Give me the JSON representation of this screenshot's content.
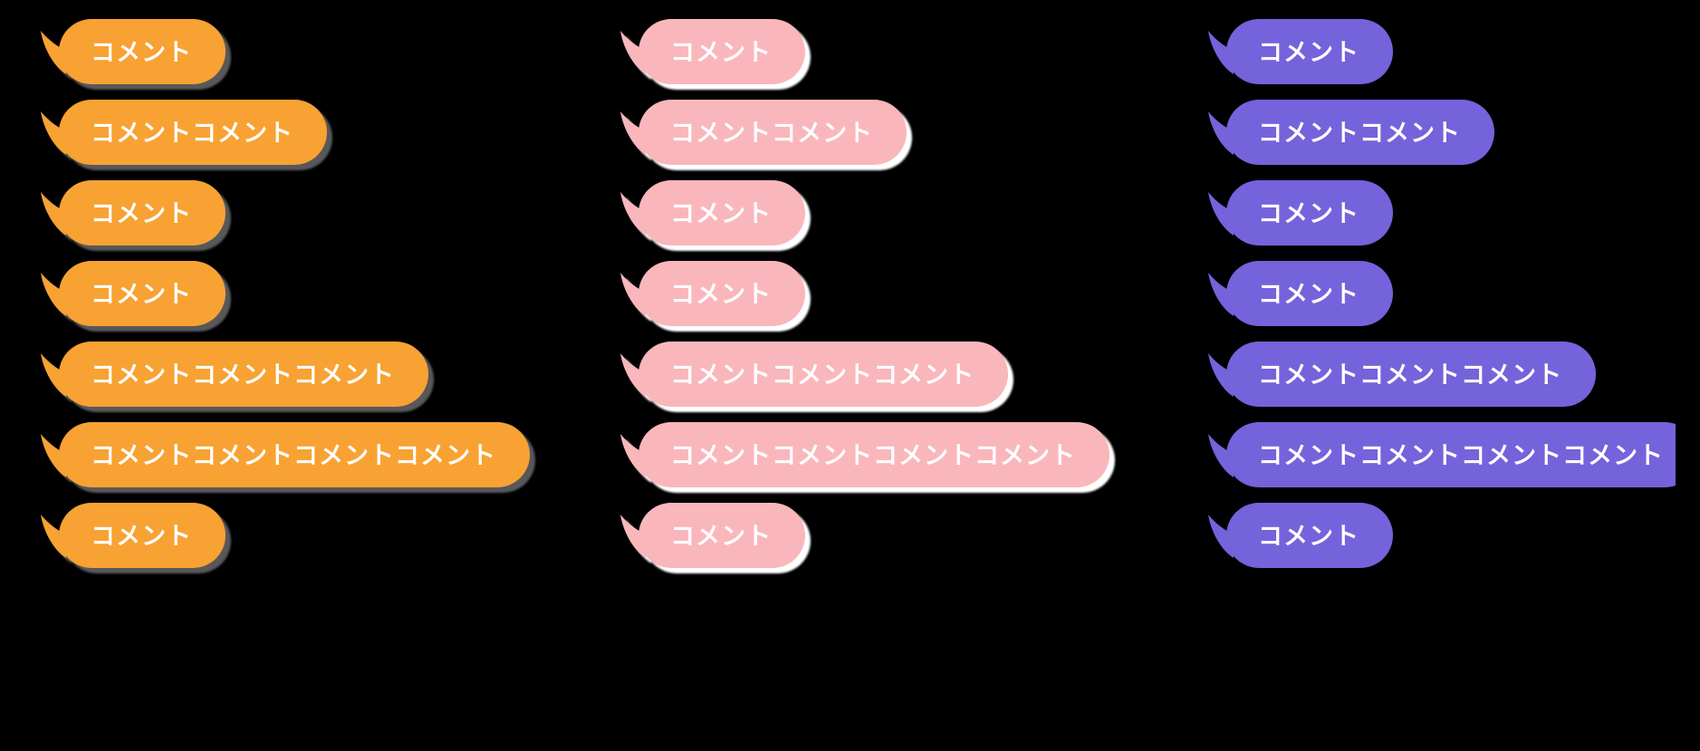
{
  "background_color": "#000000",
  "text_color": "#FFFFFF",
  "columns": [
    {
      "variant": "orange",
      "fill_color": "#F8A233",
      "shadow_color": "#58585B",
      "items": [
        "コメント",
        "コメントコメント",
        "コメント",
        "コメント",
        "コメントコメントコメント",
        "コメントコメントコメントコメント",
        "コメント"
      ]
    },
    {
      "variant": "pink",
      "fill_color": "#F9B7BC",
      "shadow_color": "#FFFFFF",
      "items": [
        "コメント",
        "コメントコメント",
        "コメント",
        "コメント",
        "コメントコメントコメント",
        "コメントコメントコメントコメント",
        "コメント"
      ]
    },
    {
      "variant": "purple",
      "fill_color": "#7463DB",
      "shadow_color": "none",
      "items": [
        "コメント",
        "コメントコメント",
        "コメント",
        "コメント",
        "コメントコメントコメント",
        "コメントコメントコメントコメント",
        "コメント"
      ]
    }
  ]
}
